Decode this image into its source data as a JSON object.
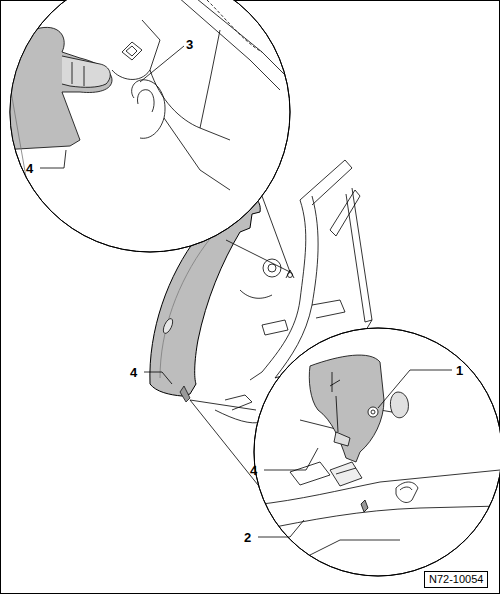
{
  "diagram": {
    "labels": [
      "3",
      "4",
      "4",
      "1",
      "4",
      "2",
      "N72-10054"
    ]
  }
}
